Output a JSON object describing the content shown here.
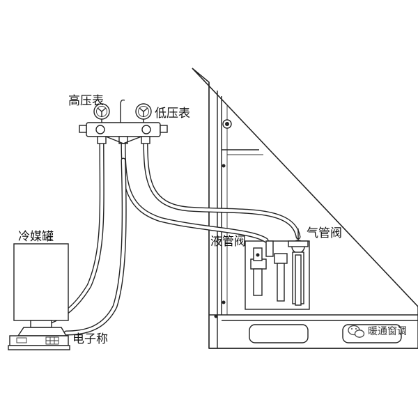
{
  "labels": {
    "high_pressure_gauge": "高压表",
    "low_pressure_gauge": "低压表",
    "refrigerant_tank": "冷媒罐",
    "electronic_scale": "电子称",
    "liquid_valve": "液管阀",
    "gas_valve": "气管阀"
  },
  "watermark": {
    "text": "暖通窗调",
    "icon": "wechat-icon"
  }
}
